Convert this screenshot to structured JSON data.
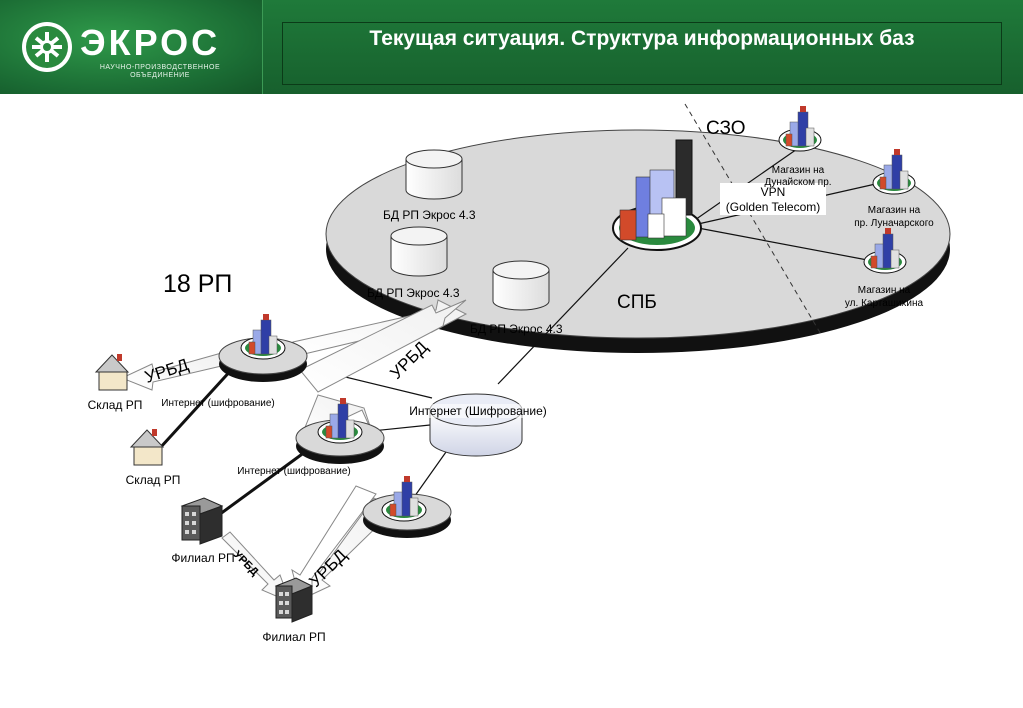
{
  "header": {
    "logo": "ЭКРОС",
    "logo_sub_1": "НАУЧНО-ПРОИЗВОДСТВЕННОЕ",
    "logo_sub_2": "ОБЪЕДИНЕНИЕ",
    "title": "Текущая ситуация. Структура информационных баз"
  },
  "diagram": {
    "region_szo": "СЗО",
    "region_spb": "СПБ",
    "count_label": "18 РП",
    "db_1": "БД РП Экрос 4.3",
    "db_2": "БД РП Экрос 4.3",
    "db_3": "БД РП Экрос 4.3",
    "vpn_line1": "VPN",
    "vpn_line2": "(Golden Telecom)",
    "store_1_line1": "Магазин на",
    "store_1_line2": "Дунайском пр.",
    "store_2_line1": "Магазин на",
    "store_2_line2": "пр. Луначарского",
    "store_3_line1": "Магазин на",
    "store_3_line2": "ул. Карташихина",
    "internet_center": "Интернет (Шифрование)",
    "internet_1": "Интернет (шифрование)",
    "internet_2": "Интернет (шифрование)",
    "urbd_1": "УРБД",
    "urbd_2": "УРБД",
    "urbd_3": "УРБД",
    "urbd_4": "УРБД",
    "warehouse_1": "Склад РП",
    "warehouse_2": "Склад РП",
    "branch_1": "Филиал РП",
    "branch_2": "Филиал РП"
  },
  "colors": {
    "header_green": "#1f7a3a",
    "platter_gray": "#d9d9d9",
    "node_green": "#2a8a3e"
  }
}
